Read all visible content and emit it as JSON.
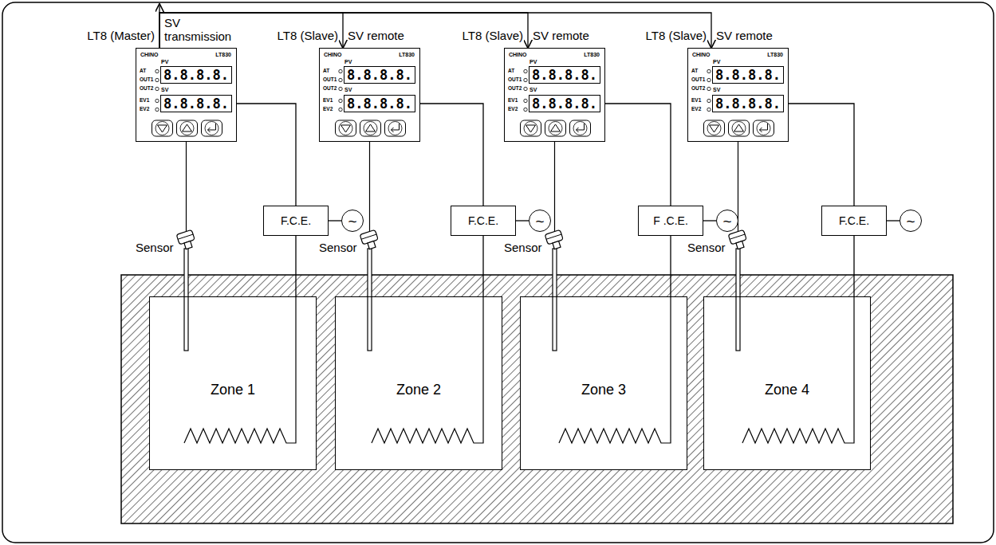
{
  "diagram": {
    "nodes": [
      {
        "text": [
          "CHINO",
          "LT830",
          "PV",
          "8.8.8.8.",
          "SV",
          "8.8.8.8.",
          "AT",
          "OUT1",
          "OUT2",
          "EV1",
          "EV2"
        ]
      },
      {
        "text": [
          "CHINO",
          "LT830",
          "PV",
          "8.8.8.8.",
          "SV",
          "8.8.8.8.",
          "AT",
          "OUT1",
          "OUT2",
          "EV1",
          "EV2"
        ]
      },
      {
        "text": [
          "CHINO",
          "LT830",
          "PV",
          "8.8.8.8.",
          "SV",
          "8.8.8.8.",
          "AT",
          "OUT1",
          "OUT2",
          "EV1",
          "EV2"
        ]
      },
      {
        "text": [
          "CHINO",
          "LT830",
          "PV",
          "8.8.8.8.",
          "SV",
          "8.8.8.8.",
          "AT",
          "OUT1",
          "OUT2",
          "EV1",
          "EV2"
        ]
      },
      {
        "text": [
          "F.C.E."
        ]
      },
      {
        "text": [
          "F.C.E."
        ]
      },
      {
        "text": [
          "F .C.E."
        ]
      },
      {
        "text": [
          "F.C.E."
        ]
      },
      {
        "text": [
          "~"
        ]
      },
      {
        "text": [
          "~"
        ]
      },
      {
        "text": [
          "~"
        ]
      },
      {
        "text": [
          "~"
        ]
      },
      {
        "text": [
          "Zone 1"
        ]
      },
      {
        "text": [
          "Zone 2"
        ]
      },
      {
        "text": [
          "Zone 3"
        ]
      },
      {
        "text": [
          "Zone 4"
        ]
      }
    ],
    "edges": [
      {
        "from": 0,
        "to": 1,
        "arrow": "to",
        "label": "SV remote"
      },
      {
        "from": 0,
        "to": 2,
        "arrow": "to",
        "label": "SV remote"
      },
      {
        "from": 0,
        "to": 3,
        "arrow": "to",
        "label": "SV remote"
      },
      {
        "from": 0,
        "to": 4,
        "arrow": "none"
      },
      {
        "from": 4,
        "to": 8,
        "arrow": "none"
      },
      {
        "from": 4,
        "to": 12,
        "arrow": "none"
      },
      {
        "from": 1,
        "to": 5,
        "arrow": "none"
      },
      {
        "from": 5,
        "to": 9,
        "arrow": "none"
      },
      {
        "from": 5,
        "to": 13,
        "arrow": "none"
      },
      {
        "from": 2,
        "to": 6,
        "arrow": "none"
      },
      {
        "from": 6,
        "to": 10,
        "arrow": "none"
      },
      {
        "from": 6,
        "to": 14,
        "arrow": "none"
      },
      {
        "from": 3,
        "to": 7,
        "arrow": "none"
      },
      {
        "from": 7,
        "to": 11,
        "arrow": "none"
      },
      {
        "from": 7,
        "to": 15,
        "arrow": "none"
      }
    ],
    "labels": [
      "LT8 (Master)",
      "SV transmission",
      "LT8 (Slave)",
      "LT8 (Slave)",
      "LT8 (Slave)",
      "Sensor",
      "Sensor",
      "Sensor",
      "Sensor"
    ]
  }
}
